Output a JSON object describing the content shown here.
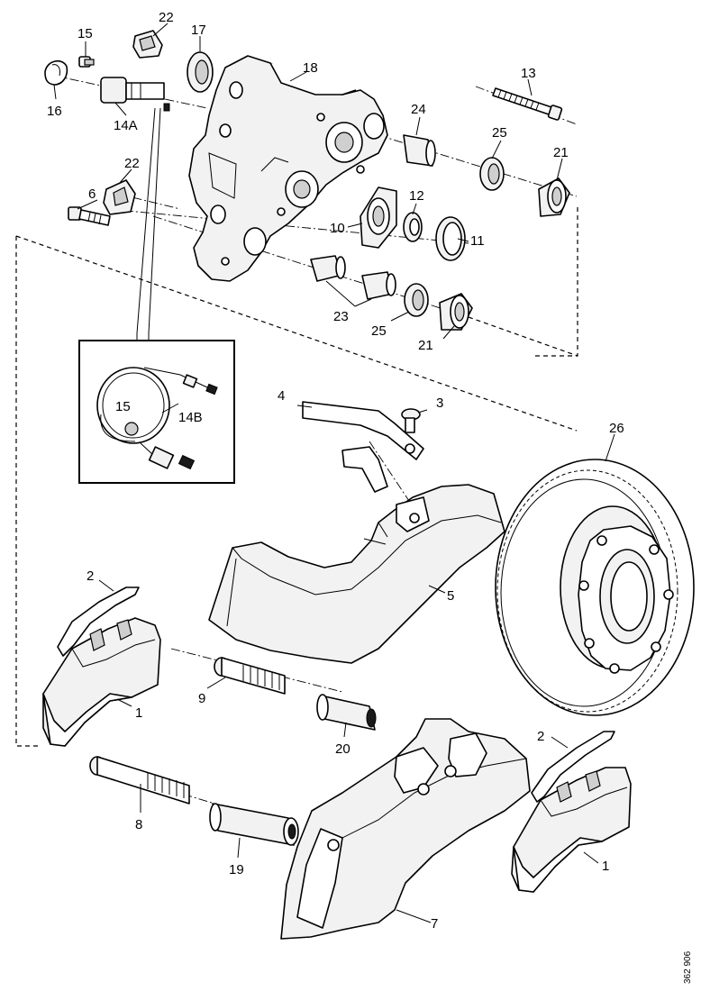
{
  "labels": {
    "p1_left": "1",
    "p1_right": "1",
    "p2_left": "2",
    "p2_right": "2",
    "p3": "3",
    "p4": "4",
    "p5": "5",
    "p6": "6",
    "p7": "7",
    "p8": "8",
    "p9": "9",
    "p10": "10",
    "p11": "11",
    "p12": "12",
    "p13": "13",
    "p14a": "14A",
    "p14b": "14B",
    "p15": "15",
    "p15_inset": "15",
    "p16": "16",
    "p17": "17",
    "p18": "18",
    "p19": "19",
    "p20": "20",
    "p21_top": "21",
    "p21_bottom": "21",
    "p22_top": "22",
    "p22_mid": "22",
    "p23": "23",
    "p24": "24",
    "p25_top": "25",
    "p25_bottom": "25",
    "p26": "26"
  },
  "reference_number": "362 906"
}
